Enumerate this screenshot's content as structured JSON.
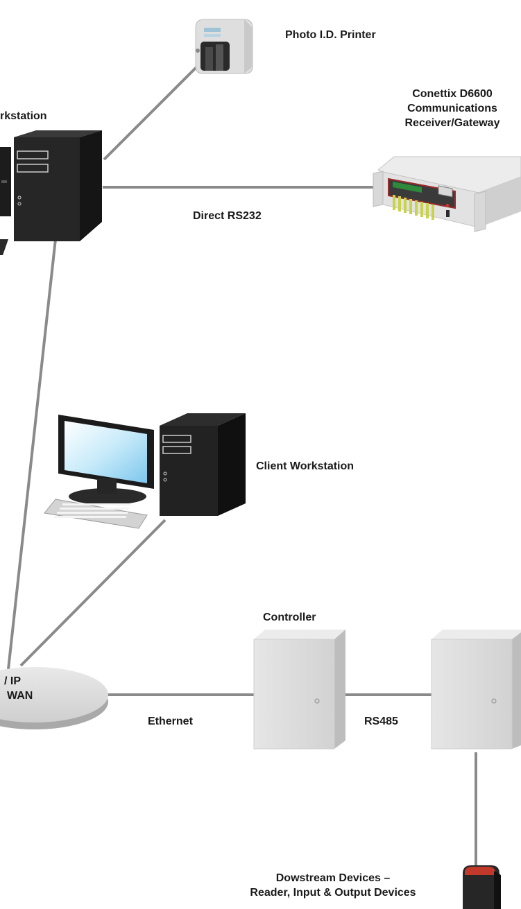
{
  "labels": {
    "photo_printer": "Photo I.D. Printer",
    "receiver_line1": "Conettix D6600",
    "receiver_line2": "Communications",
    "receiver_line3": "Receiver/Gateway",
    "server_workstation": "rkstation",
    "direct_rs232": "Direct RS232",
    "client_workstation": "Client Workstation",
    "controller": "Controller",
    "network_line1": "/ IP",
    "network_line2": "WAN",
    "ethernet": "Ethernet",
    "rs485": "RS485",
    "downstream_line1": "Dowstream Devices –",
    "downstream_line2": "Reader, Input & Output Devices"
  },
  "colors": {
    "connector": "#8a8a8a",
    "tower": "#1f1f1f",
    "monitor_screen": "#bfe4f7",
    "cabinet": "#d6d6d6",
    "reader_accent": "#c0392b"
  },
  "icons": [
    "printer-icon",
    "receiver-gateway-icon",
    "server-tower-icon",
    "client-workstation-icon",
    "network-cloud-icon",
    "controller-cabinet-icon",
    "card-reader-icon"
  ]
}
